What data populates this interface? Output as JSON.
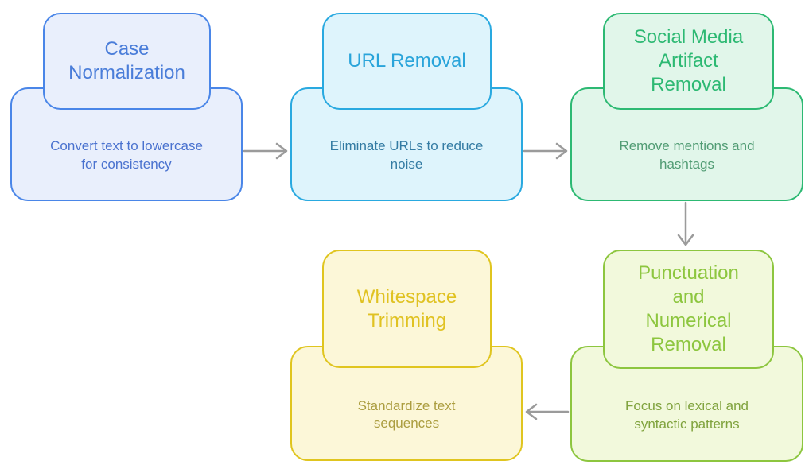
{
  "diagram": {
    "background_color": "#ffffff",
    "arrow_color": "#9b9b9b",
    "steps": [
      {
        "name": "case-normalization",
        "title": "Case\nNormalization",
        "description": "Convert text to lowercase\nfor consistency",
        "border_color": "#4a86e8",
        "fill_color": "#e9effc",
        "title_color": "#4a7dd9",
        "description_color": "#4a72cf"
      },
      {
        "name": "url-removal",
        "title": "URL Removal",
        "description": "Eliminate URLs to reduce\nnoise",
        "border_color": "#29a9e0",
        "fill_color": "#def4fc",
        "title_color": "#29a4da",
        "description_color": "#337ba3"
      },
      {
        "name": "social-media-artifact-removal",
        "title": "Social Media\nArtifact\nRemoval",
        "description": "Remove mentions and\nhashtags",
        "border_color": "#2db973",
        "fill_color": "#e1f6ea",
        "title_color": "#2db973",
        "description_color": "#519c74"
      },
      {
        "name": "punctuation-and-numerical-removal",
        "title": "Punctuation\nand\nNumerical\nRemoval",
        "description": "Focus on lexical and\nsyntactic patterns",
        "border_color": "#8dc63f",
        "fill_color": "#f2f9dc",
        "title_color": "#8dc63f",
        "description_color": "#80a33e"
      },
      {
        "name": "whitespace-trimming",
        "title": "Whitespace\nTrimming",
        "description": "Standardize text\nsequences",
        "border_color": "#e0c51f",
        "fill_color": "#fcf7d8",
        "title_color": "#e0c222",
        "description_color": "#ab9d3f"
      }
    ],
    "connections": [
      {
        "from": "case-normalization",
        "to": "url-removal",
        "direction": "right"
      },
      {
        "from": "url-removal",
        "to": "social-media-artifact-removal",
        "direction": "right"
      },
      {
        "from": "social-media-artifact-removal",
        "to": "punctuation-and-numerical-removal",
        "direction": "down"
      },
      {
        "from": "punctuation-and-numerical-removal",
        "to": "whitespace-trimming",
        "direction": "left"
      }
    ]
  }
}
